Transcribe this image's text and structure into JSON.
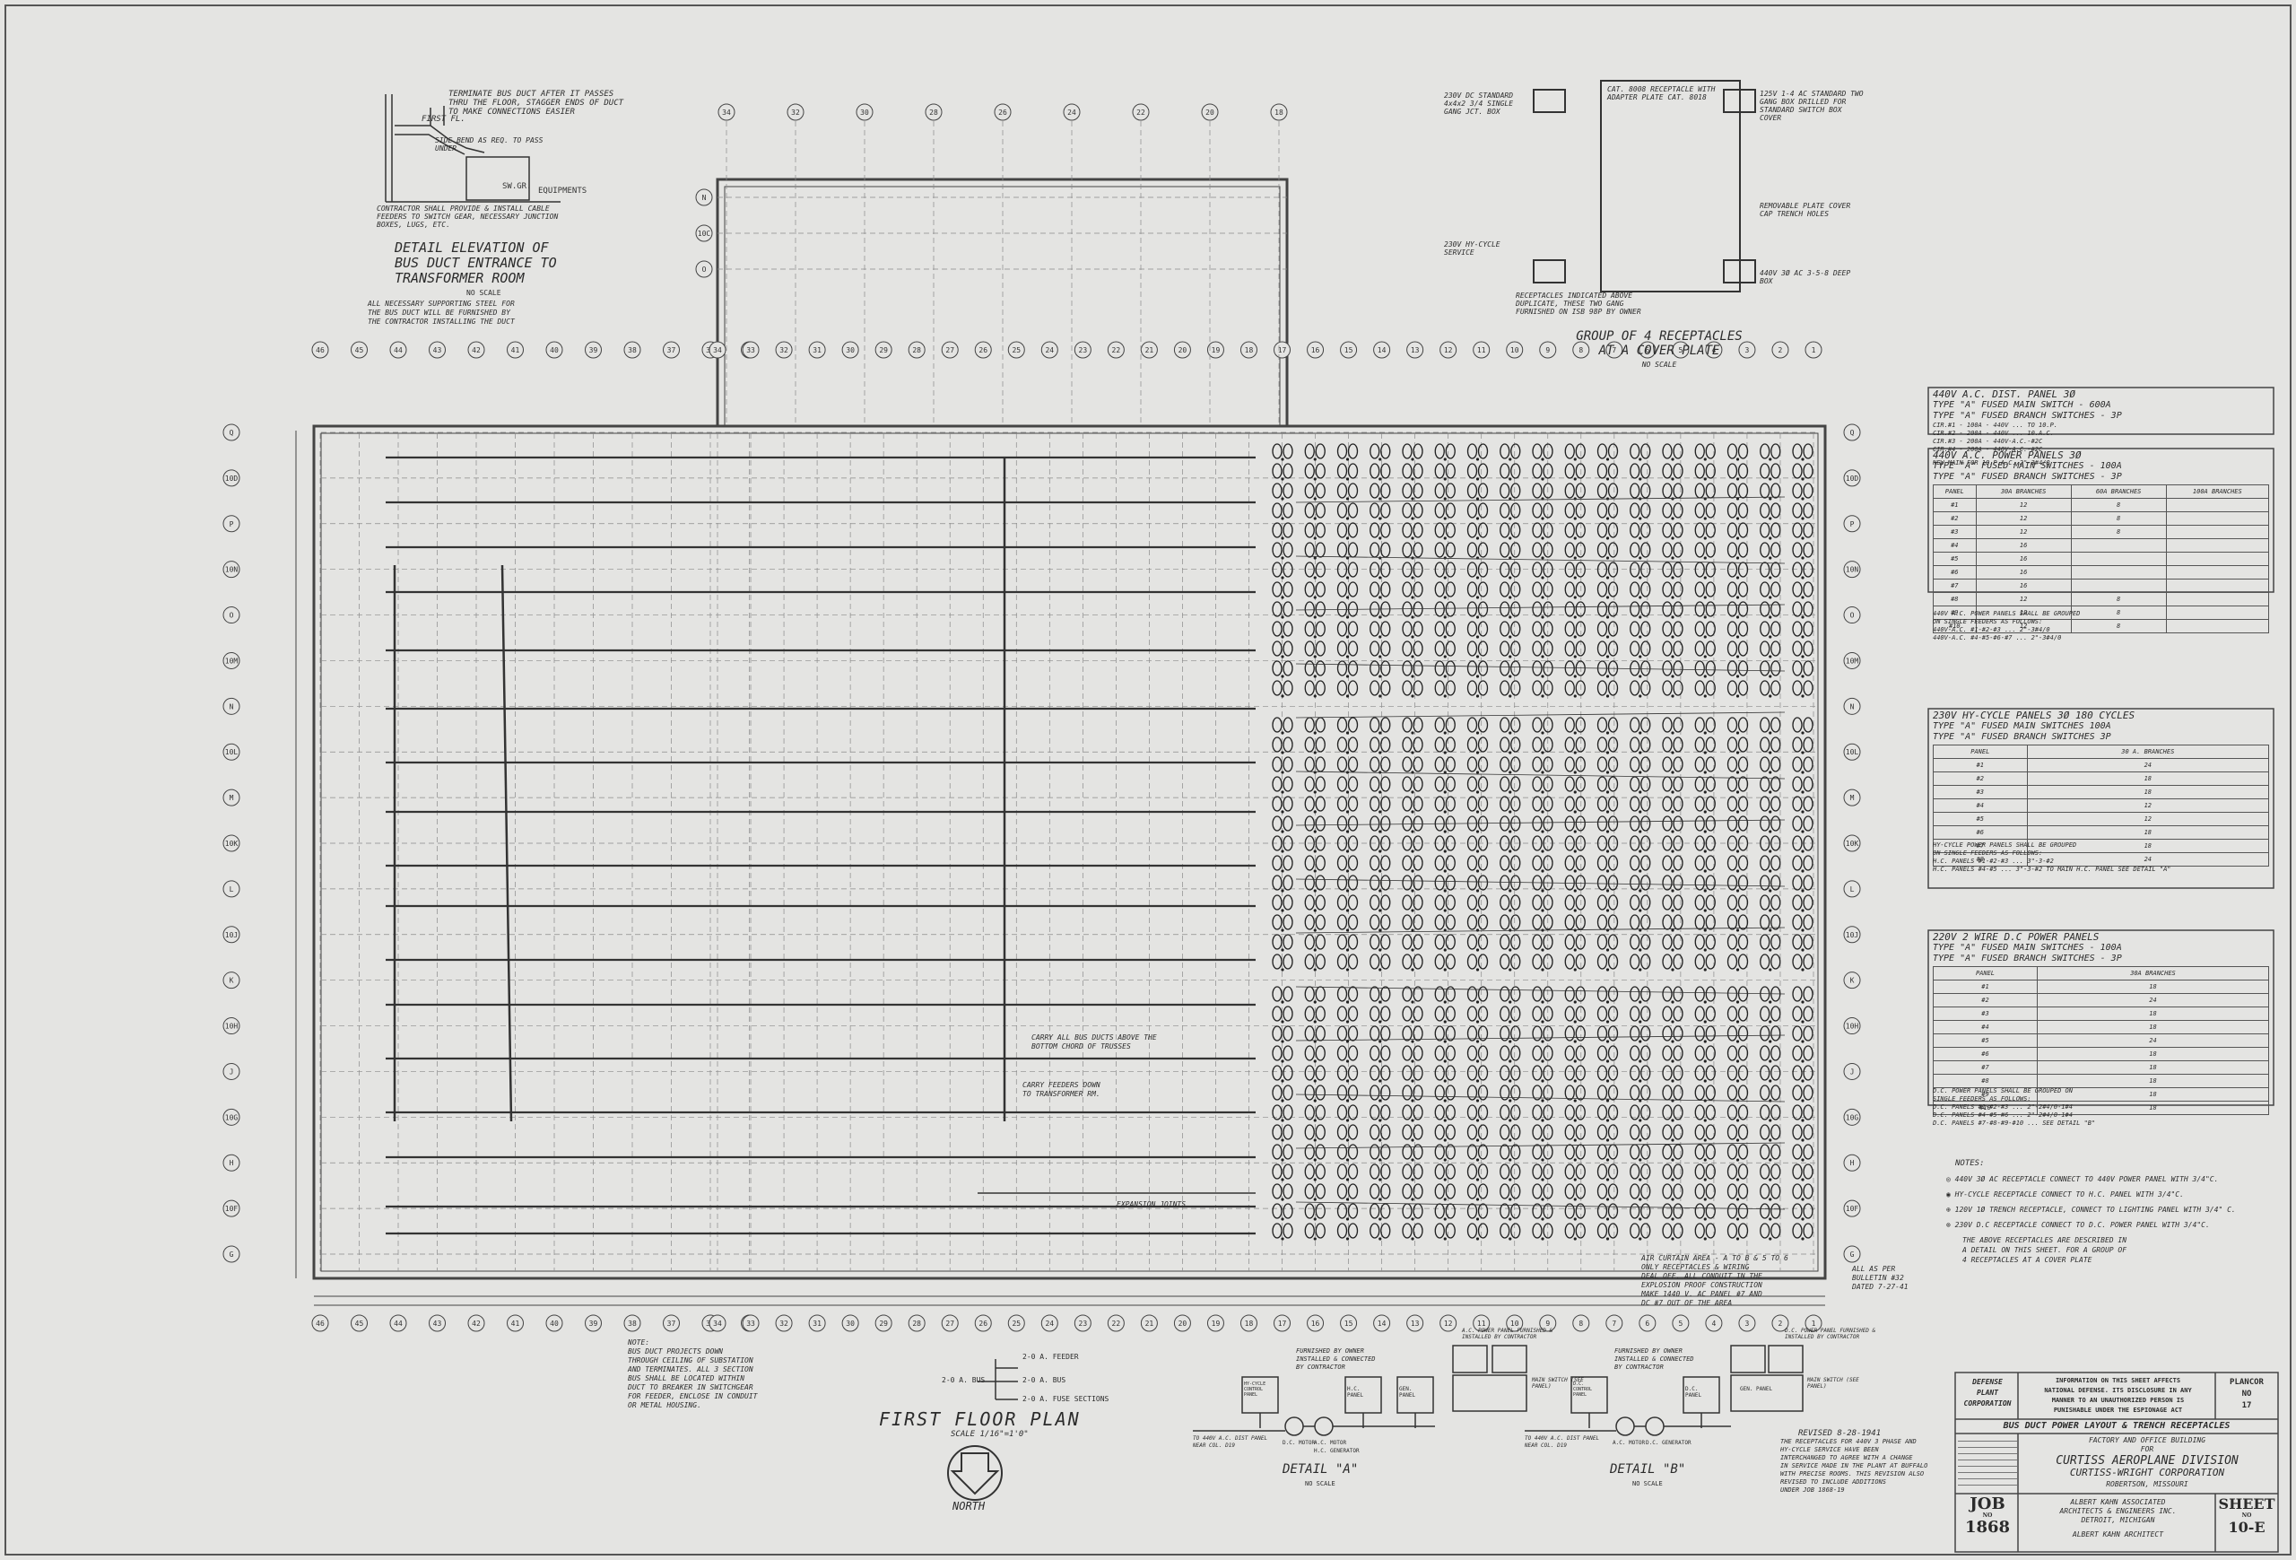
{
  "colors": {
    "paper": "#e4e4e2",
    "ink": "#2a2a2a",
    "grid": "#777777"
  },
  "plan": {
    "title": "FIRST FLOOR PLAN",
    "scale": "SCALE 1/16\"=1'0\"",
    "north": "NORTH"
  },
  "column_labels_top": [
    "34",
    "33",
    "32",
    "31",
    "30",
    "29",
    "28",
    "27",
    "26",
    "25",
    "24",
    "23",
    "22",
    "21",
    "20",
    "19",
    "18",
    "17",
    "16",
    "15",
    "14",
    "13",
    "12",
    "11",
    "10",
    "9",
    "8",
    "7",
    "6",
    "5",
    "4",
    "3",
    "2",
    "1"
  ],
  "column_labels_left": [
    "46",
    "45",
    "44",
    "43",
    "42",
    "41",
    "40",
    "39",
    "38",
    "37",
    "36",
    "35"
  ],
  "row_labels": [
    "Q",
    "10D",
    "P",
    "10N",
    "O",
    "10M",
    "N",
    "10L",
    "M",
    "10K",
    "L",
    "10J",
    "K",
    "10H",
    "J",
    "10G",
    "H",
    "10F",
    "G"
  ],
  "detail_elevation": {
    "title_lines": [
      "DETAIL ELEVATION OF",
      "BUS DUCT ENTRANCE TO",
      "TRANSFORMER ROOM"
    ],
    "scale": "NO SCALE",
    "note_lines": [
      "ALL NECESSARY SUPPORTING STEEL FOR",
      "THE BUS DUCT WILL BE FURNISHED BY",
      "THE CONTRACTOR INSTALLING THE DUCT"
    ],
    "callouts": [
      "TERMINATE BUS DUCT AFTER IT PASSES THRU THE FLOOR, STAGGER ENDS OF DUCT TO MAKE CONNECTIONS EASIER",
      "FIRST FL.",
      "SIDE BEND AS REQ. TO PASS UNDER",
      "CONTRACTOR SHALL PROVIDE & INSTALL CABLE FEEDERS TO SWITCH GEAR, NECESSARY JUNCTION BOXES, LUGS, ETC."
    ]
  },
  "receptacle_group": {
    "title_lines": [
      "GROUP OF 4 RECEPTACLES",
      "AT A COVER PLATE"
    ],
    "scale": "NO SCALE",
    "notes": [
      "230V DC STANDARD 4x4x2 3/4 SINGLE GANG JCT. BOX",
      "CAT. 8008 RECEPTACLE WITH ADAPTER PLATE CAT. 8018",
      "125V 1-4 AC STANDARD TWO GANG BOX DRILLED FOR STANDARD SWITCH BOX COVER",
      "REMOVABLE PLATE COVER CAP TRENCH HOLES",
      "230V HY-CYCLE SERVICE",
      "440V 3Ø AC 3-5-8 DEEP BOX",
      "RECEPTACLES INDICATED ABOVE DUPLICATE, THESE TWO GANG FURNISHED ON ISB 98P BY OWNER"
    ]
  },
  "panel_440_dist": {
    "title": "440V A.C. DIST. PANEL 3Ø",
    "sub": [
      "TYPE \"A\" FUSED MAIN SWITCH - 600A",
      "TYPE \"A\" FUSED BRANCH SWITCHES - 3P"
    ],
    "rows": [
      "CIR.#1 - 100A - 440V ... TO 10.P.",
      "CIR.#2 - 200A - 440V ... 10.A.C.",
      "CIR.#3 - 200A - 440V-A.C.-#2C",
      "CIR.#4 - 200A - 440V-A.C.-#2C"
    ],
    "note": "NEW MAIN FOR 10.P.A.C. 2\"-3#4/0"
  },
  "panel_440_power": {
    "title": "440V A.C. POWER PANELS 3Ø",
    "sub": [
      "TYPE \"A\" FUSED MAIN SWITCHES - 100A",
      "TYPE \"A\" FUSED BRANCH SWITCHES - 3P"
    ],
    "headers": [
      "PANEL",
      "30A BRANCHES",
      "60A BRANCHES",
      "100A BRANCHES"
    ],
    "rows": [
      [
        "#1",
        "12",
        "8",
        ""
      ],
      [
        "#2",
        "12",
        "8",
        ""
      ],
      [
        "#3",
        "12",
        "8",
        ""
      ],
      [
        "#4",
        "16",
        "",
        ""
      ],
      [
        "#5",
        "16",
        "",
        ""
      ],
      [
        "#6",
        "16",
        "",
        ""
      ],
      [
        "#7",
        "16",
        "",
        ""
      ],
      [
        "#8",
        "12",
        "8",
        ""
      ],
      [
        "#9",
        "12",
        "8",
        ""
      ],
      [
        "#10",
        "12",
        "8",
        ""
      ]
    ],
    "note_lines": [
      "440V A.C. POWER PANELS SHALL BE GROUPED",
      "ON SINGLE FEEDERS AS FOLLOWS:",
      "440V-A.C. #1-#2-#3 ... 2\"-3#4/0",
      "440V-A.C. #4-#5-#6-#7 ... 2\"-3#4/0"
    ]
  },
  "panel_230_hycycle": {
    "title": "230V HY-CYCLE PANELS 3Ø 180 CYCLES",
    "sub": [
      "TYPE \"A\" FUSED MAIN SWITCHES 100A",
      "TYPE \"A\" FUSED BRANCH SWITCHES 3P"
    ],
    "headers": [
      "PANEL",
      "30 A. BRANCHES"
    ],
    "rows": [
      [
        "#1",
        "24"
      ],
      [
        "#2",
        "18"
      ],
      [
        "#3",
        "18"
      ],
      [
        "#4",
        "12"
      ],
      [
        "#5",
        "12"
      ],
      [
        "#6",
        "18"
      ],
      [
        "#7",
        "18"
      ],
      [
        "#8",
        "24"
      ]
    ],
    "note_lines": [
      "HY-CYCLE POWER PANELS SHALL BE GROUPED",
      "ON SINGLE FEEDERS AS FOLLOWS:",
      "H.C. PANELS #1-#2-#3 ... 3\"-3-#2",
      "H.C. PANELS #4-#5 ... 3\"-3-#2  TO MAIN H.C. PANEL SEE DETAIL \"A\""
    ]
  },
  "panel_220_dc": {
    "title": "220V 2 WIRE D.C POWER PANELS",
    "sub": [
      "TYPE \"A\" FUSED MAIN SWITCHES - 100A",
      "TYPE \"A\" FUSED BRANCH SWITCHES - 3P"
    ],
    "headers": [
      "PANEL",
      "30A BRANCHES"
    ],
    "rows": [
      [
        "#1",
        "18"
      ],
      [
        "#2",
        "24"
      ],
      [
        "#3",
        "18"
      ],
      [
        "#4",
        "18"
      ],
      [
        "#5",
        "24"
      ],
      [
        "#6",
        "18"
      ],
      [
        "#7",
        "18"
      ],
      [
        "#8",
        "18"
      ],
      [
        "#9",
        "18"
      ],
      [
        "#10",
        "18"
      ]
    ],
    "note_lines": [
      "D.C. POWER PANELS SHALL BE GROUPED ON",
      "SINGLE FEEDERS AS FOLLOWS:",
      "D.C. PANELS #1-#2-#3 ... 2\"-2#4/0-1#4",
      "D.C. PANELS #4-#5-#6 ... 2\"-2#4/0-1#4",
      "D.C. PANELS #7-#8-#9-#10 ... SEE DETAIL \"B\""
    ]
  },
  "notes": {
    "title": "NOTES:",
    "items": [
      "440V 3Ø AC RECEPTACLE CONNECT TO 440V POWER PANEL WITH 3/4\"C.",
      "HY-CYCLE RECEPTACLE CONNECT TO H.C. PANEL WITH 3/4\"C.",
      "120V 1Ø TRENCH RECEPTACLE, CONNECT TO LIGHTING PANEL WITH 3/4\" C.",
      "230V D.C RECEPTACLE CONNECT TO D.C. POWER PANEL WITH 3/4\"C."
    ],
    "footer_lines": [
      "THE ABOVE RECEPTACLES ARE DESCRIBED IN",
      "A DETAIL ON THIS SHEET. FOR A GROUP OF",
      "4 RECEPTACLES AT A COVER PLATE"
    ]
  },
  "plan_notes": {
    "bus_note": [
      "CARRY ALL BUS DUCTS ABOVE THE",
      "BOTTOM CHORD OF TRUSSES"
    ],
    "feeder_note": [
      "CARRY FEEDERS DOWN",
      "TO TRANSFORMER RM."
    ],
    "expansion": "EXPANSION JOINTS",
    "bottom_note": [
      "NOTE:",
      "BUS DUCT PROJECTS DOWN",
      "THROUGH CEILING OF SUBSTATION",
      "AND TERMINATES. ALL 3 SECTION",
      "BUS SHALL BE LOCATED WITHIN",
      "DUCT TO BREAKER IN SWITCHGEAR",
      "FOR FEEDER, ENCLOSE IN CONDUIT",
      "OR METAL HOUSING."
    ],
    "curtain_note": [
      "AIR CURTAIN AREA - A TO B & 5 TO 6",
      "ONLY RECEPTACLES & WIRING",
      "DEAL OFF. ALL CONDUIT IN THE",
      "EXPLOSION PROOF CONSTRUCTION",
      "MAKE 1440 V. AC PANEL #7 AND",
      "DC #7 OUT OF THE AREA"
    ],
    "bulletin_note": [
      "ALL AS PER",
      "BULLETIN #32",
      "DATED 7-27-41"
    ],
    "feeder_label": "2-0 A. FEEDER",
    "bus_label": "2-0 A. BUS",
    "fuse_label": "2-0 A. FUSE SECTIONS"
  },
  "details": {
    "a": {
      "title": "DETAIL \"A\"",
      "scale": "NO SCALE",
      "top_note": [
        "FURNISHED BY OWNER",
        "INSTALLED & CONNECTED",
        "BY CONTRACTOR"
      ],
      "labels": [
        "HY-CYCLE CONTROL PANEL",
        "D.C. MOTOR",
        "A.C. MOTOR",
        "H.C. GENERATOR",
        "H.C. PANEL",
        "GEN. PANEL"
      ],
      "bottom_note": [
        "TO 440V A.C. DIST PANEL",
        "NEAR COL. D19"
      ]
    },
    "b": {
      "title": "DETAIL \"B\"",
      "scale": "NO SCALE",
      "top_note": [
        "FURNISHED BY OWNER",
        "INSTALLED & CONNECTED",
        "BY CONTRACTOR"
      ],
      "labels": [
        "D.C. CONTROL PANEL",
        "A.C. MOTOR",
        "D.C. GENERATOR",
        "D.C. PANEL",
        "GEN. PANEL"
      ],
      "bottom_note": [
        "TO 440V A.C. DIST PANEL",
        "NEAR COL. D19"
      ]
    },
    "a_side": [
      "A.C. POWER PANEL FURNISHED & INSTALLED BY CONTRACTOR",
      "MAIN SWITCH (SEE PANEL)"
    ],
    "b_side": [
      "D.C. POWER PANEL FURNISHED & INSTALLED BY CONTRACTOR",
      "MAIN SWITCH (SEE PANEL)"
    ]
  },
  "revision": {
    "lines": [
      "REVISED 8-28-1941",
      "THE RECEPTACLES FOR 440V 3 PHASE AND",
      "HY-CYCLE SERVICE HAVE BEEN",
      "INTERCHANGED TO AGREE WITH A CHANGE",
      "IN SERVICE MADE IN THE PLANT AT BUFFALO",
      "WITH PRECISE ROOMS. THIS REVISION ALSO",
      "REVISED TO INCLUDE ADDITIONS",
      "UNDER JOB 1868-19"
    ]
  },
  "title_block": {
    "owner": [
      "DEFENSE",
      "PLANT",
      "CORPORATION"
    ],
    "info_lines": [
      "INFORMATION ON THIS SHEET AFFECTS",
      "NATIONAL DEFENSE. ITS DISCLOSURE IN ANY",
      "MANNER TO AN UNAUTHORIZED PERSON IS",
      "PUNISHABLE UNDER THE ESPIONAGE ACT"
    ],
    "plancor": [
      "PLANCOR",
      "NO",
      "17"
    ],
    "sheet_title": "BUS DUCT POWER LAYOUT & TRENCH RECEPTACLES",
    "building": [
      "FACTORY AND OFFICE BUILDING",
      "FOR"
    ],
    "company": [
      "CURTISS AEROPLANE DIVISION",
      "CURTISS-WRIGHT CORPORATION",
      "ROBERTSON, MISSOURI"
    ],
    "architect": [
      "ALBERT KAHN ASSOCIATED",
      "ARCHITECTS & ENGINEERS INC.",
      "DETROIT, MICHIGAN",
      "ALBERT KAHN ARCHITECT"
    ],
    "job_label": "JOB",
    "job_no_label": "NO",
    "job_number": "1868",
    "sheet_label": "SHEET",
    "sheet_no_label": "NO",
    "sheet_number": "10-E"
  }
}
